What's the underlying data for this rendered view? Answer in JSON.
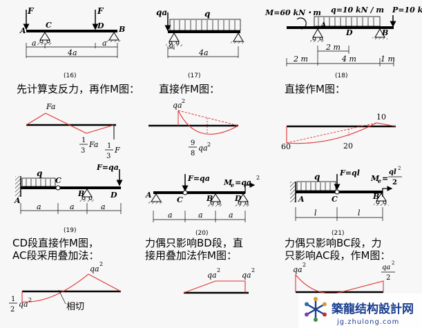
{
  "colors": {
    "moment": "#e03030",
    "ink": "#000000",
    "bg": "#f7f7f7",
    "logo": "#1a3d8f"
  },
  "problems": {
    "p16": {
      "number": "(16)",
      "caption": "先计算支反力，再作M图：",
      "load_F": "F",
      "labels": [
        "A",
        "C",
        "D",
        "B"
      ],
      "dims": [
        "a",
        "4a",
        "a"
      ],
      "moment": {
        "peak": "Fa",
        "third_label": "1",
        "third_den": "3",
        "third_a": "Fa",
        "third_b": "F"
      }
    },
    "p17": {
      "number": "(17)",
      "caption": "直接作M图：",
      "load_qa": "qa",
      "load_q": "q",
      "dims": [
        "a",
        "4a"
      ],
      "moment": {
        "left": "qa",
        "num": "9",
        "den": "8",
        "right": "qa"
      }
    },
    "p18": {
      "number": "(18)",
      "caption": "直接作M图：",
      "load_M": "M=60 kN・m",
      "load_q": "q=10 kN / m",
      "load_P": "P=10 kN",
      "labels": [
        "A",
        "D",
        "B"
      ],
      "dims": [
        "2 m",
        "2 m",
        "4 m",
        "1 m"
      ],
      "moment": {
        "v10": "10",
        "v60": "60",
        "v20": "20"
      }
    },
    "p19": {
      "number": "(19)",
      "caption_1": "CD段直接作M图，",
      "caption_2": "AC段采用叠加法：",
      "load_q": "q",
      "load_F": "F=qa",
      "labels": [
        "A",
        "C",
        "B",
        "D"
      ],
      "dims": [
        "a",
        "a",
        "a"
      ],
      "moment": {
        "qa2": "qa",
        "half": "1",
        "den": "2",
        "tangent": "相切"
      }
    },
    "p20": {
      "number": "(20)",
      "caption_1": "力偶只影响BD段，直",
      "caption_2": "接用叠加法作M图：",
      "load_F": "F=qa",
      "load_Me": "M",
      "load_Me_sub": "e",
      "load_Me_val": "=qa",
      "labels": [
        "A",
        "C",
        "B",
        "D"
      ],
      "dims": [
        "a",
        "a",
        "a"
      ],
      "moment": {
        "a": "qa",
        "b": "qa"
      }
    },
    "p21": {
      "number": "(21)",
      "caption_1": "力偶只影响BC段，力",
      "caption_2": "只影响AC段，作M图：",
      "load_q": "q",
      "load_F": "F=ql",
      "load_Me": "M",
      "load_Me_sub": "e",
      "load_Me_val": "=",
      "load_Me_num": "ql",
      "load_Me_den": "2",
      "labels": [
        "A",
        "C",
        "B"
      ],
      "dims": [
        "l",
        "l"
      ],
      "moment": {
        "left": "qa",
        "num": "qa",
        "den": "2"
      }
    }
  },
  "watermark": {
    "title": "築龍结构設計网",
    "url": "jg.zhulong.com"
  }
}
